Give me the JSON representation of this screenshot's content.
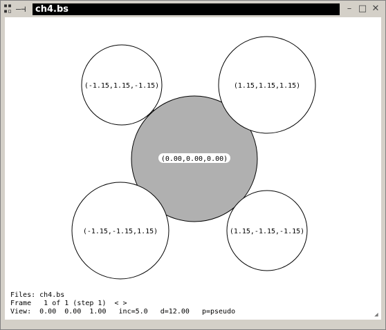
{
  "window": {
    "title": "ch4.bs",
    "menu_icon": "window-menu-icon",
    "pin_icon": "pin-icon",
    "minimize_glyph": "–",
    "maximize_glyph": "□",
    "close_glyph": "✕"
  },
  "scene": {
    "center_label": "(0.00,0.00,0.00)",
    "spheres": [
      {
        "id": "top-left",
        "label": "(-1.15,1.15,-1.15)"
      },
      {
        "id": "top-right",
        "label": "(1.15,1.15,1.15)"
      },
      {
        "id": "bottom-left",
        "label": "(-1.15,-1.15,1.15)"
      },
      {
        "id": "bottom-right",
        "label": "(1.15,-1.15,-1.15)"
      }
    ]
  },
  "status": {
    "files": "Files: ch4.bs",
    "frame": "Frame   1 of 1 (step 1)  < >",
    "view": "View:  0.00  0.00  1.00   inc=5.0   d=12.00   p=pseudo"
  },
  "colors": {
    "center_fill": "#b0b0b0",
    "background": "#ffffff",
    "title_bar": "#000000"
  }
}
